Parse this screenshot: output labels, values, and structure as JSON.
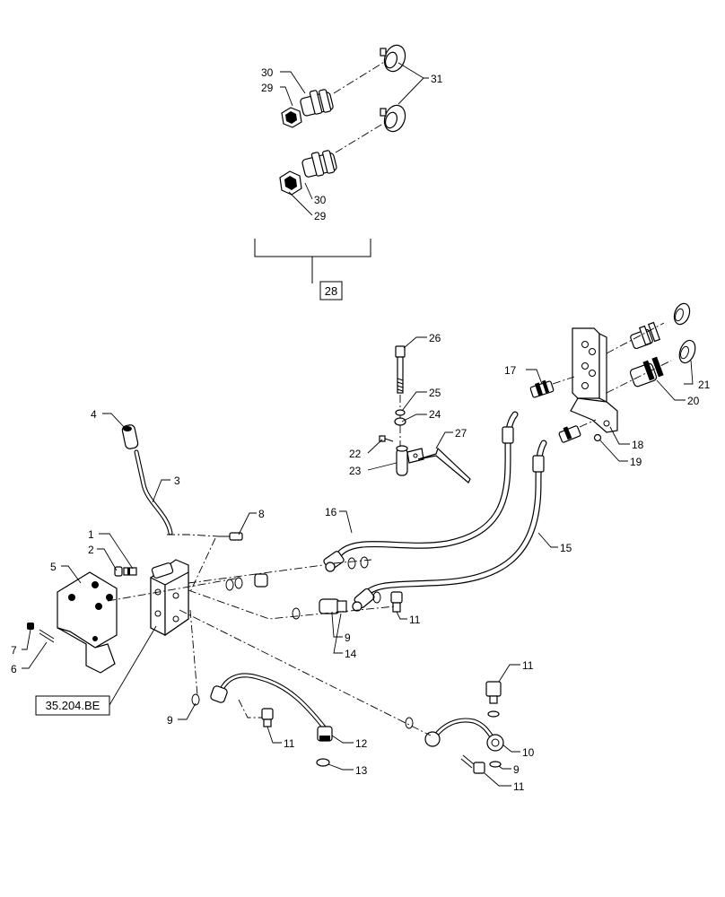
{
  "diagram": {
    "callouts": {
      "c1": "1",
      "c2": "2",
      "c3": "3",
      "c4": "4",
      "c5": "5",
      "c6": "6",
      "c7": "7",
      "c8": "8",
      "c9a": "9",
      "c9b": "9",
      "c9c": "9",
      "c10": "10",
      "c11a": "11",
      "c11b": "11",
      "c11c": "11",
      "c11d": "11",
      "c12": "12",
      "c13": "13",
      "c14": "14",
      "c15": "15",
      "c16": "16",
      "c17": "17",
      "c18": "18",
      "c19": "19",
      "c20": "20",
      "c21": "21",
      "c22": "22",
      "c23": "23",
      "c24": "24",
      "c25": "25",
      "c26": "26",
      "c27": "27",
      "c29a": "29",
      "c29b": "29",
      "c30a": "30",
      "c30b": "30",
      "c31": "31"
    },
    "kit_reference": "28",
    "section_reference": "35.204.BE"
  }
}
